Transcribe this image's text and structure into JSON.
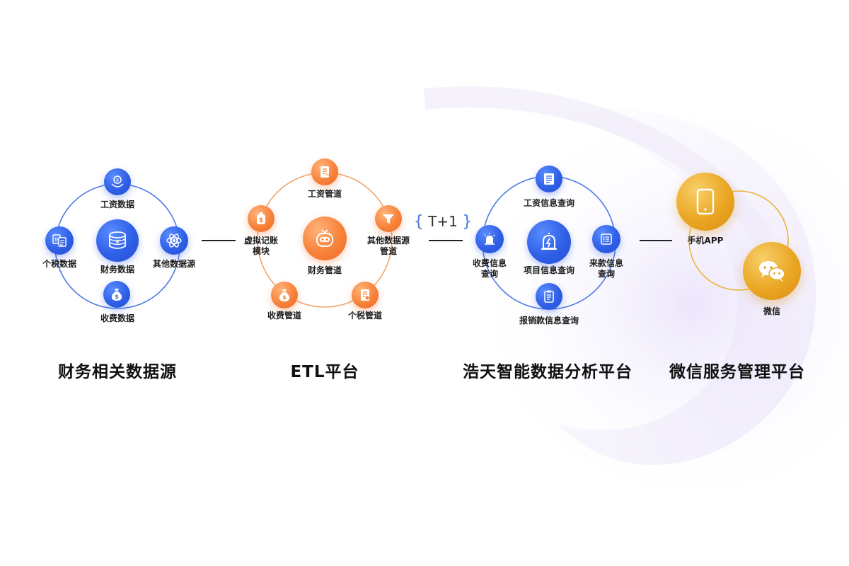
{
  "sections": [
    {
      "title": "财务相关数据源",
      "center": {
        "label": "财务数据",
        "icon": "coin-stack-icon"
      },
      "nodes": [
        {
          "label": "工资数据",
          "icon": "yen-hand-icon"
        },
        {
          "label": "其他数据源",
          "icon": "atom-icon"
        },
        {
          "label": "收费数据",
          "icon": "money-bag-icon"
        },
        {
          "label": "个税数据",
          "icon": "tax-document-icon"
        }
      ]
    },
    {
      "title": "ETL平台",
      "center": {
        "label": "财务管道",
        "icon": "robot-icon"
      },
      "nodes": [
        {
          "label": "工资管道",
          "icon": "document-icon"
        },
        {
          "label": "其他数据源\n管道",
          "icon": "funnel-icon"
        },
        {
          "label": "个税管道",
          "icon": "form-icon"
        },
        {
          "label": "收费管道",
          "icon": "money-bag-icon"
        },
        {
          "label": "虚拟记账\n模块",
          "icon": "dollar-bag-icon"
        }
      ]
    },
    {
      "title": "浩天智能数据分析平台",
      "center": {
        "label": "项目信息查询",
        "icon": "alarm-bell-icon"
      },
      "nodes": [
        {
          "label": "工资信息查询",
          "icon": "list-document-icon"
        },
        {
          "label": "来款信息\n查询",
          "icon": "list-icon"
        },
        {
          "label": "报销款信息查询",
          "icon": "clipboard-icon"
        },
        {
          "label": "收费信息\n查询",
          "icon": "siren-icon"
        }
      ]
    },
    {
      "title": "微信服务管理平台",
      "nodes": [
        {
          "label": "手机APP",
          "icon": "tablet-icon"
        },
        {
          "label": "微信",
          "icon": "wechat-icon"
        }
      ]
    }
  ],
  "link_label": "T+1",
  "colors": {
    "blue": "#2f5fe6",
    "orange": "#f7823a",
    "gold": "#eaa623",
    "ring_orange": "#f2a46b",
    "ring_blue": "#4f7ae6"
  }
}
